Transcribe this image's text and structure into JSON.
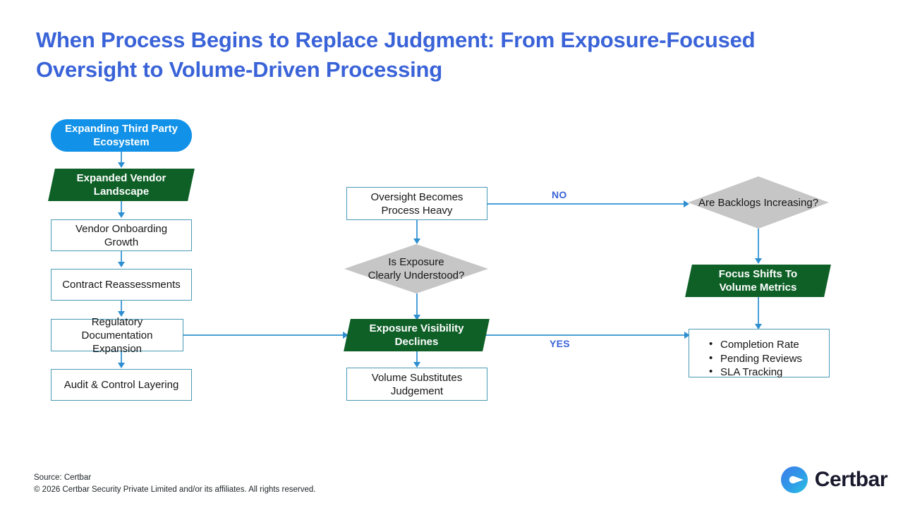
{
  "title": "When Process Begins to Replace Judgment: From Exposure-Focused Oversight to Volume-Driven Processing",
  "colors": {
    "title": "#3a63d8",
    "accent_blue": "#1192e8",
    "green": "#0e6027",
    "gray": "#c6c6c6",
    "connector": "#4a9fd8",
    "border": "#4a9ab5"
  },
  "flow": {
    "left_column": [
      {
        "id": "expanding-third-party-ecosystem",
        "label": "Expanding Third Party\nEcosystem",
        "shape": "stadium"
      },
      {
        "id": "expanded-vendor-landscape",
        "label": "Expanded Vendor\nLandscape",
        "shape": "parallelogram"
      },
      {
        "id": "vendor-onboarding-growth",
        "label": "Vendor Onboarding\nGrowth",
        "shape": "box"
      },
      {
        "id": "contract-reassessments",
        "label": "Contract Reassessments",
        "shape": "box"
      },
      {
        "id": "regulatory-documentation-expansion",
        "label": "Regulatory Documentation\nExpansion",
        "shape": "box"
      },
      {
        "id": "audit-control-layering",
        "label": "Audit & Control Layering",
        "shape": "box"
      }
    ],
    "middle_column": [
      {
        "id": "oversight-becomes-process-heavy",
        "label": "Oversight Becomes\nProcess Heavy",
        "shape": "box"
      },
      {
        "id": "is-exposure-clearly-understood",
        "label": "Is Exposure\nClearly Understood?",
        "shape": "diamond"
      },
      {
        "id": "exposure-visibility-declines",
        "label": "Exposure Visibility\nDeclines",
        "shape": "parallelogram"
      },
      {
        "id": "volume-substitutes-judgement",
        "label": "Volume Substitutes\nJudgement",
        "shape": "box"
      }
    ],
    "right_column": [
      {
        "id": "are-backlogs-increasing",
        "label": "Are Backlogs Increasing?",
        "shape": "diamond"
      },
      {
        "id": "focus-shifts-to-volume-metrics",
        "label": "Focus Shifts To\nVolume Metrics",
        "shape": "parallelogram"
      },
      {
        "id": "volume-metrics-list",
        "shape": "list",
        "items": [
          "Completion Rate",
          "Pending Reviews",
          "SLA Tracking"
        ]
      }
    ],
    "edge_labels": {
      "no": "NO",
      "yes": "YES"
    }
  },
  "footer": {
    "source": "Source: Certbar",
    "copyright": "© 2026 Certbar Security Private Limited and/or its affiliates. All rights reserved.",
    "logo_text": "Certbar",
    "logo_icon": "certbar-c-mark-icon"
  }
}
